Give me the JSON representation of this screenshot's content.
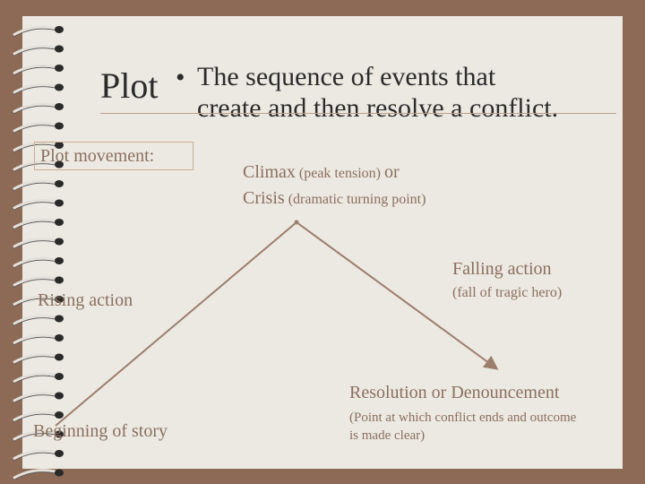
{
  "slide": {
    "title": "Plot",
    "bullet_marker": "•",
    "bullet_line1": "The sequence of events that",
    "bullet_line2": "create and then resolve a conflict.",
    "plot_movement_label": "Plot movement:"
  },
  "climax": {
    "word": "Climax",
    "detail": "(peak tension)",
    "or": "or",
    "crisis_word": "Crisis",
    "crisis_detail": "(dramatic turning point)"
  },
  "falling": {
    "label": "Falling action",
    "detail": "(fall of tragic hero)"
  },
  "rising": {
    "label": "Rising action"
  },
  "resolution": {
    "label": "Resolution or Denouncement",
    "detail_line1": "(Point at which conflict ends and outcome",
    "detail_line2": "is made clear)"
  },
  "beginning": {
    "label": "Beginning of story"
  },
  "colors": {
    "background": "#8c6a56",
    "page": "#ece9e2",
    "text_dark": "#2b2b2b",
    "text_brown": "#8a6f5f",
    "line": "#9c7e6d"
  }
}
